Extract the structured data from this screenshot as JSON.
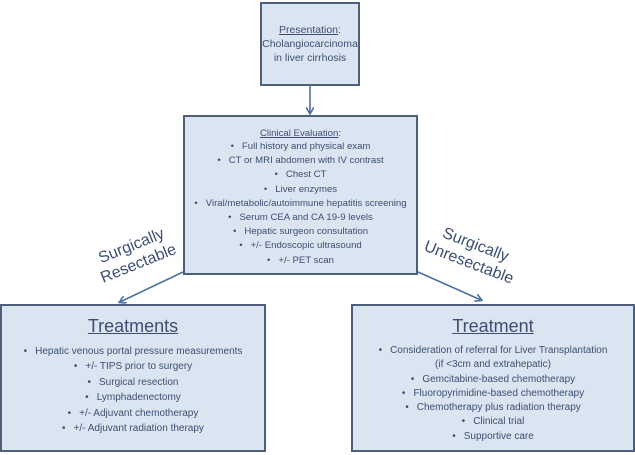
{
  "diagram": {
    "presentation": {
      "heading": "Presentation",
      "heading_suffix": ":",
      "lines": [
        "Cholangiocarcinoma",
        "in liver cirrhosis"
      ]
    },
    "clinical_evaluation": {
      "heading": "Clinical Evaluation",
      "heading_suffix": ":",
      "items": [
        "Full history and physical exam",
        "CT or MRI abdomen with IV contrast",
        "Chest CT",
        "Liver enzymes",
        "Viral/metabolic/autoimmune hepatitis screening",
        "Serum CEA and CA 19-9 levels",
        "Hepatic surgeon consultation",
        "+/- Endoscopic ultrasound",
        "+/- PET scan"
      ]
    },
    "branches": {
      "resectable": {
        "line1": "Surgically",
        "line2": "Resectable"
      },
      "unresectable": {
        "line1": "Surgically",
        "line2": "Unresectable"
      }
    },
    "resectable_treatments": {
      "heading": "Treatments",
      "items": [
        "Hepatic venous portal pressure measurements",
        "+/- TIPS prior to surgery",
        "Surgical resection",
        "Lymphadenectomy",
        "+/- Adjuvant chemotherapy",
        "+/- Adjuvant radiation therapy"
      ]
    },
    "unresectable_treatment": {
      "heading": "Treatment",
      "items": [
        "Consideration of referral for Liver Transplantation",
        "(if <3cm and extrahepatic)",
        "Gemcitabine-based chemotherapy",
        "Fluoropyrimidine-based chemotherapy",
        "Chemotherapy plus radiation therapy",
        "Clinical trial",
        "Supportive care"
      ]
    }
  },
  "colors": {
    "box_fill": "#dbe5f1",
    "box_border": "#4d5f7b",
    "text": "#3b4f72",
    "arrow": "#4a6fa5"
  }
}
